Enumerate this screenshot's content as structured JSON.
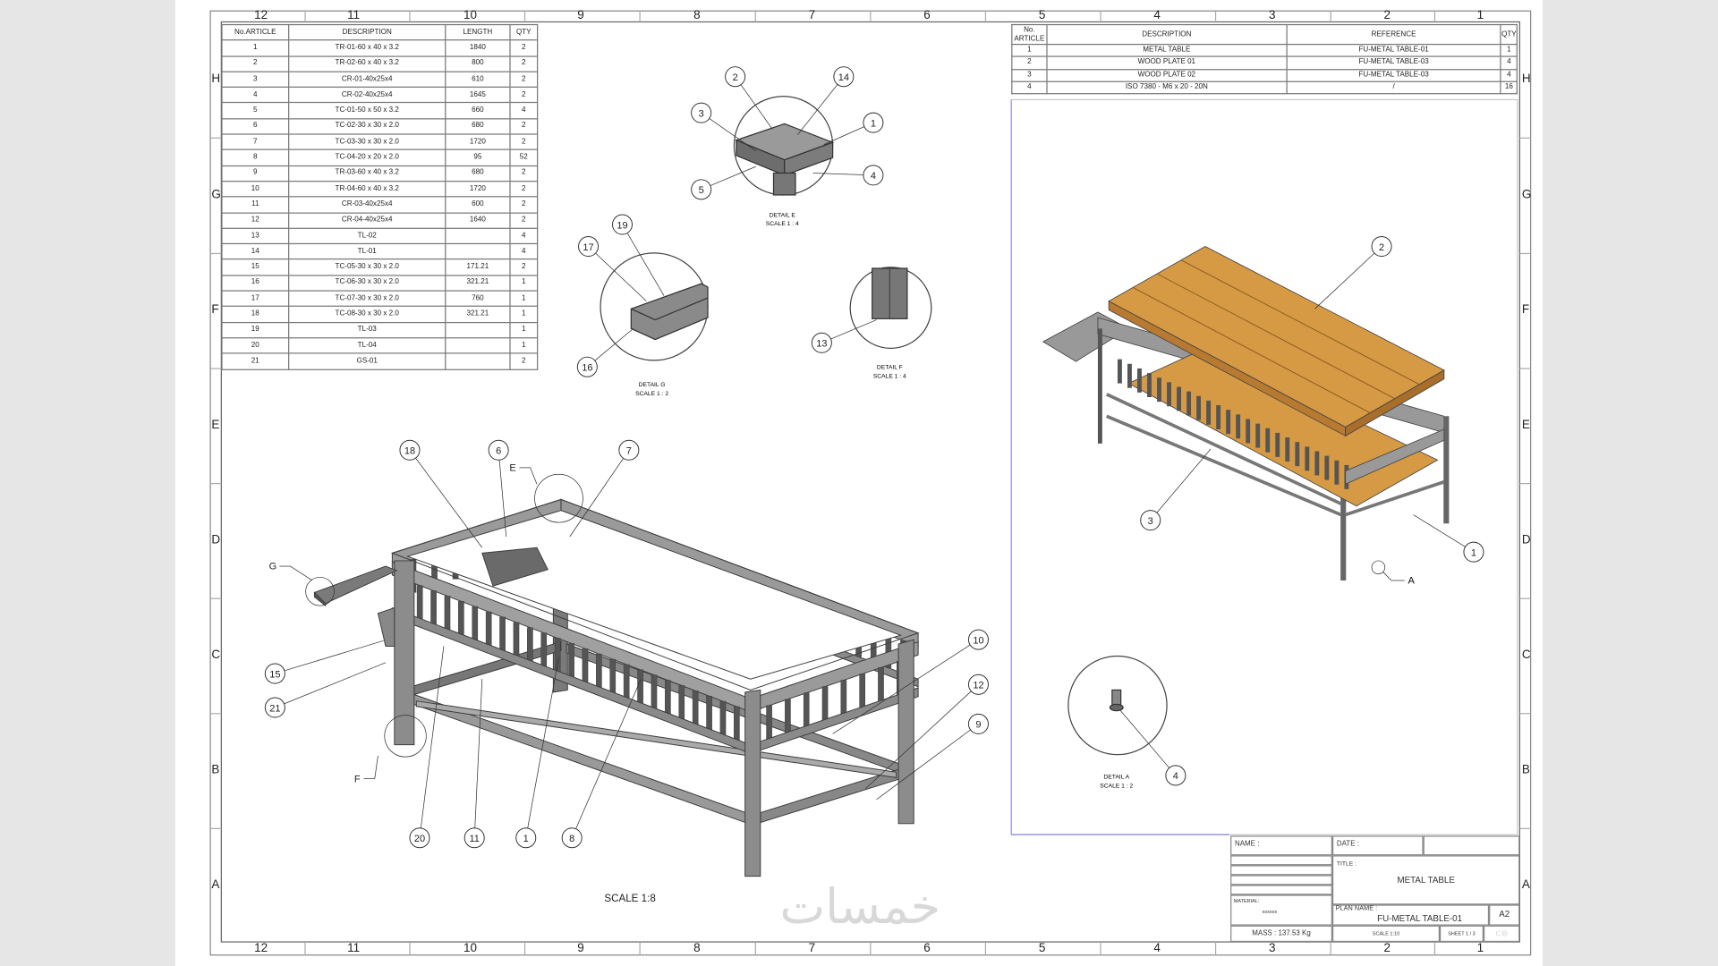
{
  "zones": {
    "columns": [
      "12",
      "11",
      "10",
      "9",
      "8",
      "7",
      "6",
      "5",
      "4",
      "3",
      "2",
      "1"
    ],
    "rows": [
      "H",
      "G",
      "F",
      "E",
      "D",
      "C",
      "B",
      "A"
    ]
  },
  "bom": {
    "headers": [
      "No.ARTICLE",
      "DESCRIPTION",
      "LENGTH",
      "QTY"
    ],
    "rows": [
      [
        "1",
        "TR-01-60 x 40 x 3.2",
        "1840",
        "2"
      ],
      [
        "2",
        "TR-02-60 x 40 x 3.2",
        "800",
        "2"
      ],
      [
        "3",
        "CR-01-40x25x4",
        "610",
        "2"
      ],
      [
        "4",
        "CR-02-40x25x4",
        "1645",
        "2"
      ],
      [
        "5",
        "TC-01-50 x 50 x 3.2",
        "660",
        "4"
      ],
      [
        "6",
        "TC-02-30 x 30 x 2.0",
        "680",
        "2"
      ],
      [
        "7",
        "TC-03-30 x 30 x 2.0",
        "1720",
        "2"
      ],
      [
        "8",
        "TC-04-20 x 20 x 2.0",
        "95",
        "52"
      ],
      [
        "9",
        "TR-03-60 x 40 x 3.2",
        "680",
        "2"
      ],
      [
        "10",
        "TR-04-60 x 40 x 3.2",
        "1720",
        "2"
      ],
      [
        "11",
        "CR-03-40x25x4",
        "600",
        "2"
      ],
      [
        "12",
        "CR-04-40x25x4",
        "1640",
        "2"
      ],
      [
        "13",
        "TL-02",
        "",
        "4"
      ],
      [
        "14",
        "TL-01",
        "",
        "4"
      ],
      [
        "15",
        "TC-05-30 x 30 x 2.0",
        "171.21",
        "2"
      ],
      [
        "16",
        "TC-06-30 x 30 x 2.0",
        "321.21",
        "1"
      ],
      [
        "17",
        "TC-07-30 x 30 x 2.0",
        "760",
        "1"
      ],
      [
        "18",
        "TC-08-30 x 30 x 2.0",
        "321.21",
        "1"
      ],
      [
        "19",
        "TL-03",
        "",
        "1"
      ],
      [
        "20",
        "TL-04",
        "",
        "1"
      ],
      [
        "21",
        "GS-01",
        "",
        "2"
      ]
    ]
  },
  "assembly": {
    "headers": [
      "No. ARTICLE",
      "DESCRIPTION",
      "REFERENCE",
      "QTY"
    ],
    "rows": [
      [
        "1",
        "METAL TABLE",
        "FU-METAL TABLE-01",
        "1"
      ],
      [
        "2",
        "WOOD PLATE 01",
        "FU-METAL TABLE-03",
        "4"
      ],
      [
        "3",
        "WOOD PLATE 02",
        "FU-METAL TABLE-03",
        "4"
      ],
      [
        "4",
        "ISO 7380 - M6 x 20 - 20N",
        "/",
        "16"
      ]
    ]
  },
  "main_view": {
    "scale_label": "SCALE 1:8",
    "balloons": [
      "18",
      "6",
      "7",
      "10",
      "12",
      "9",
      "15",
      "21",
      "20",
      "11",
      "1",
      "8"
    ],
    "detail_markers": [
      "E",
      "G",
      "F"
    ]
  },
  "detail_e": {
    "balloons": [
      "2",
      "14",
      "3",
      "1",
      "5",
      "4"
    ],
    "title": "DETAIL E",
    "scale": "SCALE 1 : 4"
  },
  "detail_g": {
    "balloons": [
      "19",
      "17",
      "16"
    ],
    "title": "DETAIL G",
    "scale": "SCALE 1 : 2"
  },
  "detail_f": {
    "balloons": [
      "13"
    ],
    "title": "DETAIL F",
    "scale": "SCALE 1 : 4"
  },
  "assembly_view": {
    "balloons": [
      "2",
      "3",
      "1"
    ],
    "detail_marker": "A"
  },
  "detail_a": {
    "balloons": [
      "4"
    ],
    "title": "DETAIL A",
    "scale": "SCALE 1 : 2"
  },
  "title_block": {
    "name_label": "NAME :",
    "date_label": "DATE :",
    "title_label": "TITLE :",
    "title": "METAL TABLE",
    "material_label": "MATERIAL:",
    "material": "xxxxxx",
    "plan_label": "PLAN NAME :",
    "plan": "FU-METAL TABLE-01",
    "format": "A2",
    "mass": "MASS :  137.53 Kg",
    "scale": "SCALE 1:10",
    "sheet": "SHEET 1 / 3"
  },
  "watermark": "خمسات",
  "colors": {
    "steel": "#8c8c8c",
    "steel_dark": "#3c3c3c",
    "wood": "#d69a45",
    "line": "#555555"
  }
}
